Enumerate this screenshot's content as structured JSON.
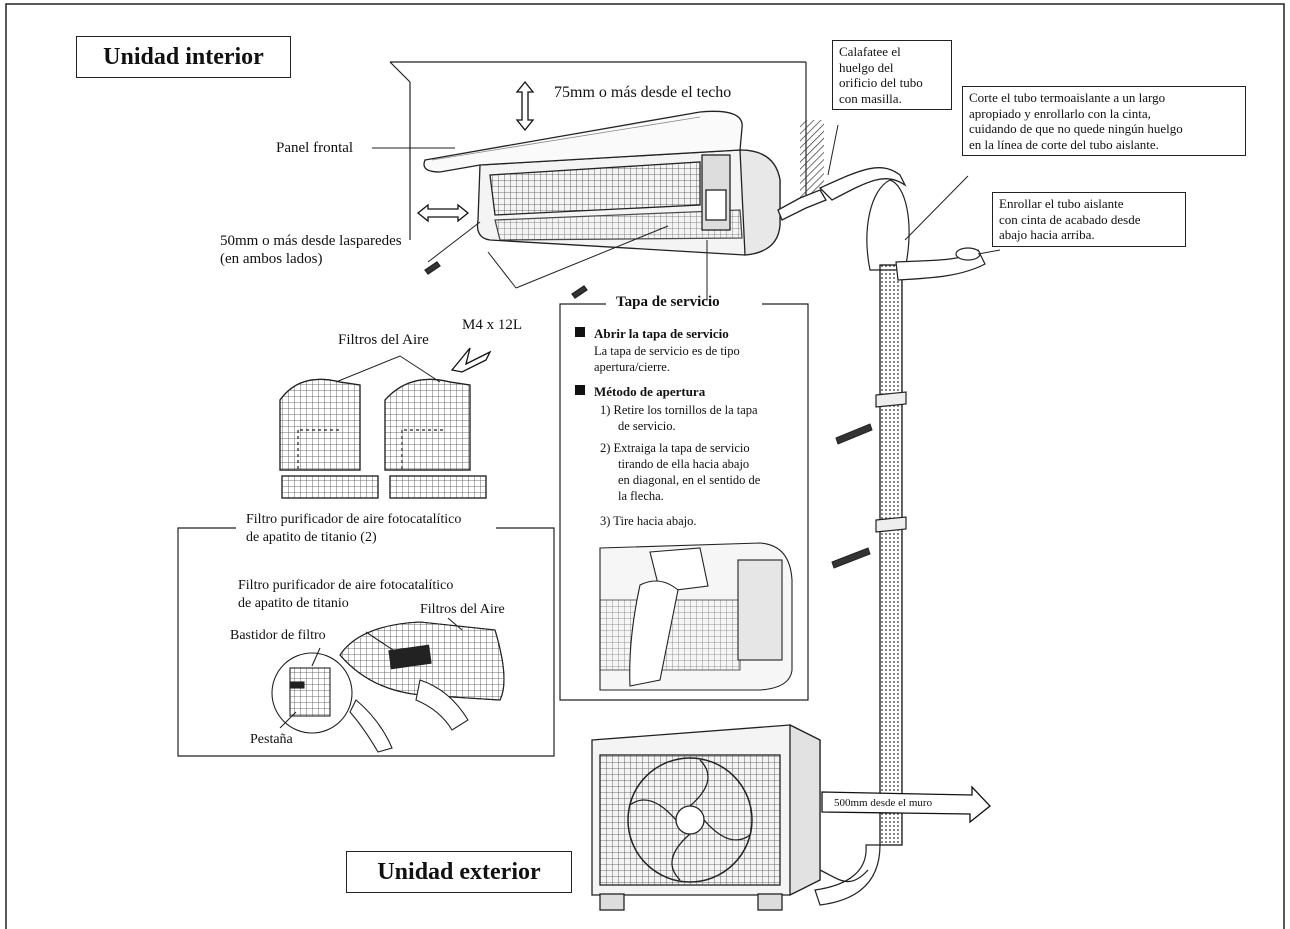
{
  "titles": {
    "indoor": "Unidad interior",
    "outdoor": "Unidad exterior"
  },
  "labels": {
    "ceiling_clearance": "75mm o más desde el techo",
    "front_panel": "Panel frontal",
    "wall_clearance_1": "50mm o más desde lasparedes",
    "wall_clearance_2": "(en ambos lados)",
    "screw_size": "M4 x 12L",
    "air_filters_top": "Filtros del Aire",
    "photocatalytic_1": "Filtro purificador de aire fotocatalítico",
    "photocatalytic_2": "de apatito de titanio (2)",
    "detail_photocatalytic_1": "Filtro purificador de aire fotocatalítico",
    "detail_photocatalytic_2": "de apatito de titanio",
    "detail_air_filters": "Filtros del Aire",
    "filter_frame": "Bastidor de filtro",
    "tab": "Pestaña",
    "wall_distance": "500mm desde el muro"
  },
  "notes": {
    "caulk": [
      "Calafatee el",
      "huelgo del",
      "orificio del tubo",
      "con masilla."
    ],
    "cut_tube": [
      "Corte el tubo termoaislante a un largo",
      "apropiado y enrollarlo con la cinta,",
      "cuidando de que no quede ningún huelgo",
      "en la línea de corte del tubo aislante."
    ],
    "wrap_tube": [
      "Enrollar el tubo aislante",
      "con cinta de acabado desde",
      "abajo hacia arriba."
    ]
  },
  "service_cover": {
    "title": "Tapa de servicio",
    "open_heading": "Abrir la tapa de servicio",
    "open_text": [
      "La tapa de servicio es de tipo",
      "apertura/cierre."
    ],
    "method_heading": "Método de apertura",
    "step1": [
      "1)  Retire los tornillos de la tapa",
      "de servicio."
    ],
    "step2": [
      "2)  Extraiga la tapa de servicio",
      "tirando de ella hacia abajo",
      "en diagonal, en el sentido de",
      "la flecha."
    ],
    "step3": [
      "3) Tire hacia abajo."
    ]
  }
}
